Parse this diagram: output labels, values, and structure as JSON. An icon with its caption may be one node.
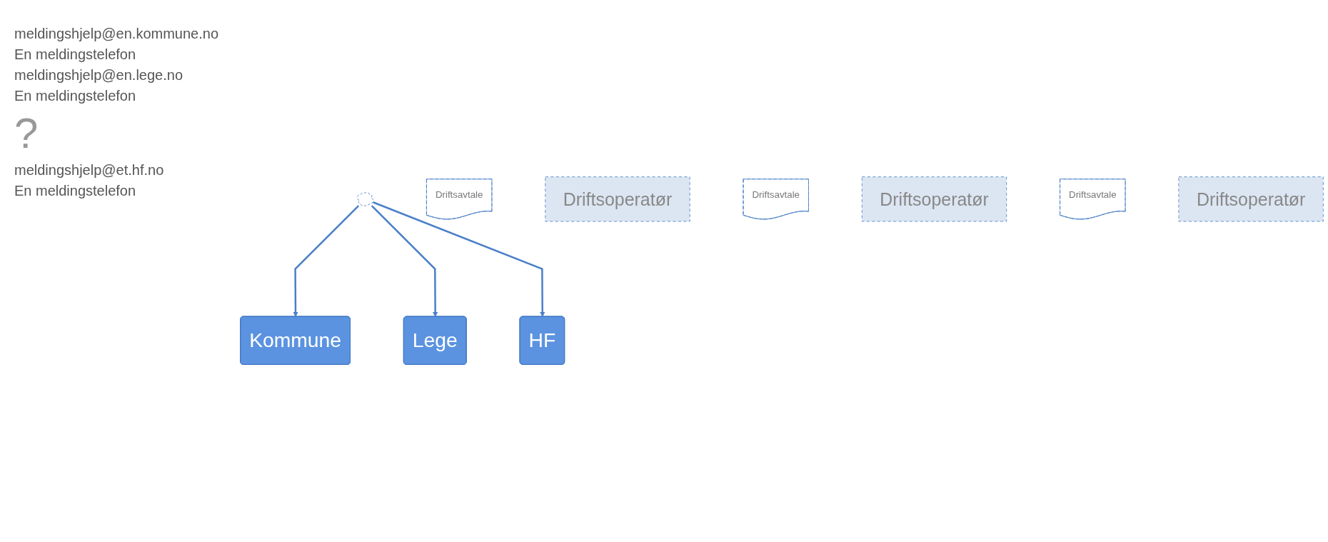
{
  "diagram": {
    "nodes": [
      {
        "text": [
          "Kommune"
        ]
      },
      {
        "text": [],
        "shape": "cloud"
      },
      {
        "text": [
          "Lege"
        ]
      },
      {
        "text": [
          "Driftsavtale"
        ]
      },
      {
        "text": [
          "Driftsoperatør"
        ]
      },
      {
        "text": [
          "Driftsavtale"
        ]
      },
      {
        "text": [
          "Driftsoperatør"
        ]
      },
      {
        "text": [
          "HF"
        ]
      },
      {
        "text": [
          "Driftsavtale"
        ]
      },
      {
        "text": [
          "Driftsoperatør"
        ]
      }
    ],
    "edges": [
      {
        "from": 1,
        "to": 0,
        "arrow": "to"
      },
      {
        "from": 1,
        "to": 2,
        "arrow": "to"
      },
      {
        "from": 1,
        "to": 7,
        "arrow": "to"
      }
    ],
    "labels": [
      "meldingshjelp@en.kommune.no",
      "En meldingstelefon",
      "meldingshjelp@en.lege.no",
      "En meldingstelefon",
      "?",
      "meldingshjelp@et.hf.no",
      "En meldingstelefon"
    ]
  }
}
